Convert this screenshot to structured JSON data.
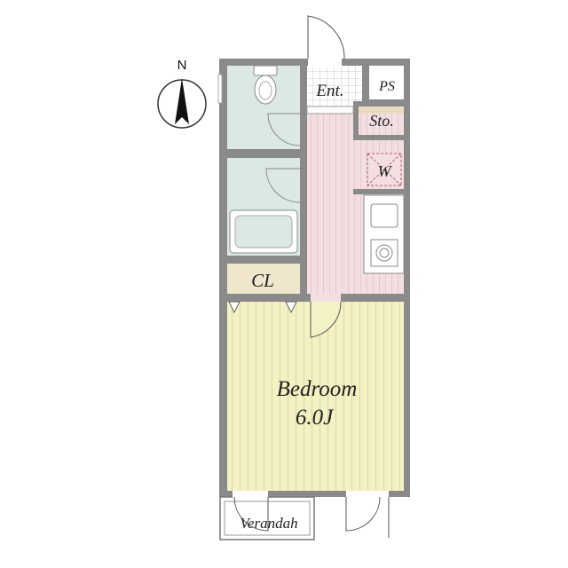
{
  "compass": {
    "north_label": "N"
  },
  "rooms": {
    "entrance": "Ent.",
    "pipe_space": "PS",
    "storage": "Sto.",
    "washer": "W",
    "closet": "CL",
    "bedroom_name": "Bedroom",
    "bedroom_size": "6.0J",
    "verandah": "Verandah"
  },
  "colors": {
    "wall": "#7a7a7a",
    "wet_area": "#dbe8e3",
    "kitchen": "#f3dfe2",
    "kitchen_stripe": "#e6c9ce",
    "bedroom": "#f4f1c4",
    "bedroom_stripe": "#dcd7a0",
    "closet": "#efe6cc",
    "storage": "#e9dcc1",
    "fixture_stroke": "#888888"
  }
}
